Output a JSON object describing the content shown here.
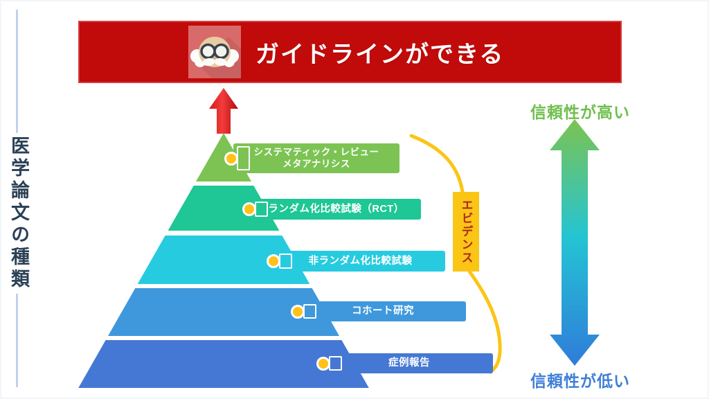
{
  "slide": {
    "side_title": "医学論文の種類",
    "banner": {
      "title": "ガイドラインができる",
      "bg": "#c10a0a",
      "avatar_icon": "old-doctor-avatar"
    },
    "pyramid": {
      "tiers": [
        {
          "label": "システマティック・レビュー",
          "sublabel": "メタアナリシス",
          "color": "#7cc353"
        },
        {
          "label": "ランダム化比較試験（RCT）",
          "color": "#1ec795"
        },
        {
          "label": "非ランダム化比較試験",
          "color": "#27cbe0"
        },
        {
          "label": "コホート研究",
          "color": "#3f98dc"
        },
        {
          "label": "症例報告",
          "color": "#4478d4"
        }
      ],
      "dot_color": "#ffc11a",
      "up_arrow_icon": "red-up-arrow"
    },
    "evidence": {
      "label": "エビデンス",
      "bg": "#fbc516",
      "text_color": "#ae2a1a",
      "brace_icon": "yellow-curly-brace",
      "brace_color": "#fbc516"
    },
    "reliability": {
      "high_label": "信頼性が高い",
      "low_label": "信頼性が低い",
      "high_color": "#6fbf4d",
      "low_color": "#3e7fd8",
      "arrow_icon": "gradient-double-arrow",
      "arrow_top_color": "#7cc351",
      "arrow_mid_color": "#24c4d4",
      "arrow_bottom_color": "#2f7cd9"
    },
    "up_arrow_color": "#d91717"
  }
}
